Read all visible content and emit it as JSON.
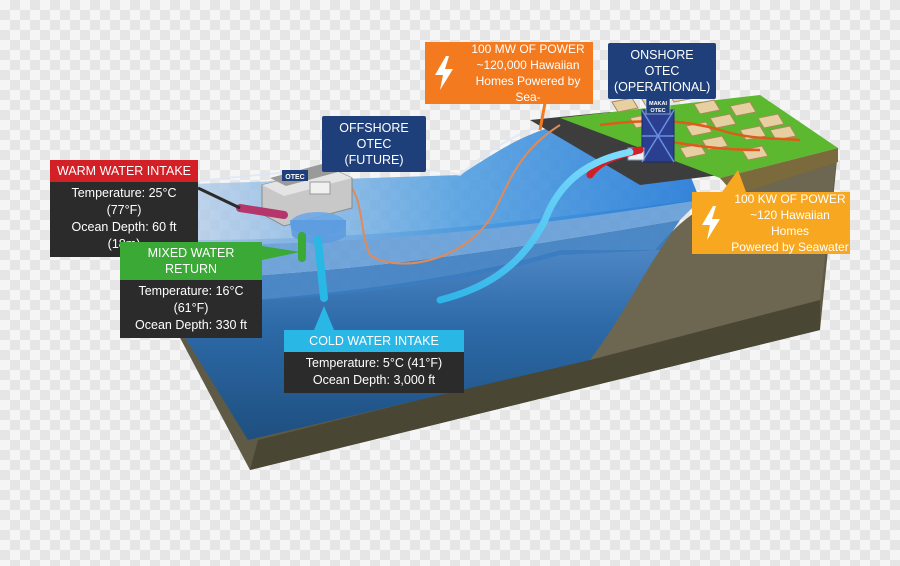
{
  "colors": {
    "warm": "#d31f26",
    "mixed": "#3aa935",
    "cold": "#29b7e6",
    "navy": "#1f3f7a",
    "orange": "#f47a20",
    "amber": "#f8a820",
    "dark": "#2b2b2b"
  },
  "icons": [
    "lightning-bolt-icon"
  ],
  "warm_intake": {
    "title": "WARM WATER INTAKE",
    "line1": "Temperature: 25°C (77°F)",
    "line2": "Ocean Depth: 60 ft (18m)"
  },
  "mixed_return": {
    "title": "MIXED WATER RETURN",
    "line1": "Temperature: 16°C (61°F)",
    "line2": "Ocean Depth: 330 ft"
  },
  "cold_intake": {
    "title": "COLD WATER INTAKE",
    "line1": "Temperature: 5°C (41°F)",
    "line2": "Ocean Depth: 3,000 ft"
  },
  "offshore": {
    "line1": "OFFSHORE OTEC",
    "line2": "(FUTURE)"
  },
  "onshore": {
    "line1": "ONSHORE OTEC",
    "line2": "(OPERATIONAL)"
  },
  "power_large": {
    "line1": "100 MW OF POWER",
    "line2": "~120,000 Hawaiian",
    "line3": "Homes Powered by Sea-"
  },
  "power_small": {
    "line1": "100 KW OF POWER",
    "line2": "~120 Hawaiian Homes",
    "line3": "Powered by Seawater"
  },
  "platform_label": "OTEC",
  "tower_label_1": "MAKAI",
  "tower_label_2": "OTEC"
}
